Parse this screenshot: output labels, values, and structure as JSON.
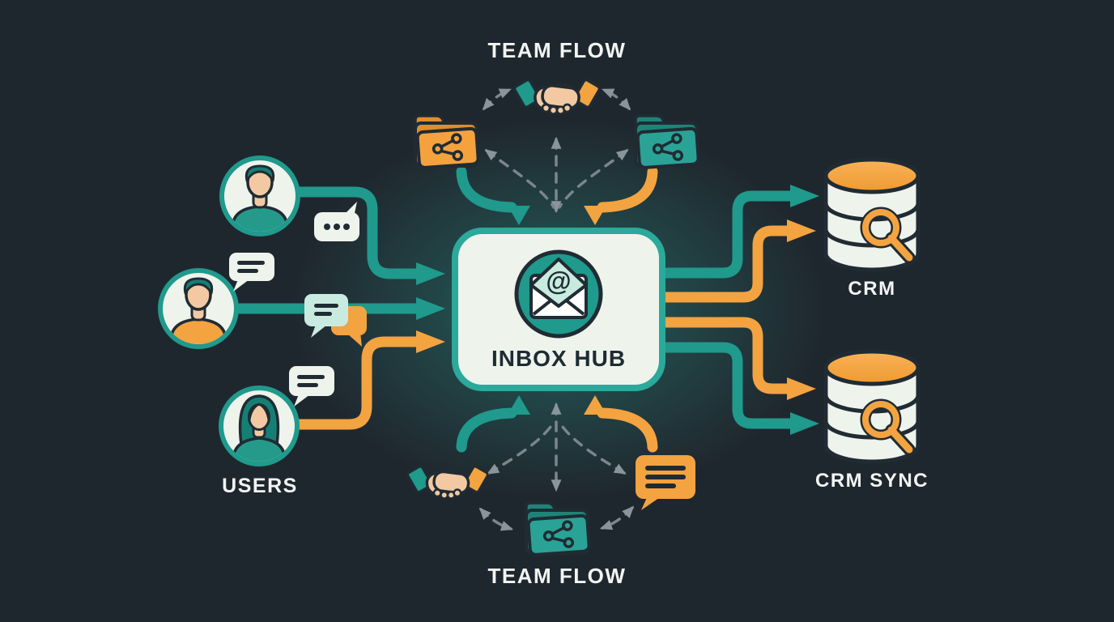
{
  "colors": {
    "background": "#1f272e",
    "teal": "#1f9a8c",
    "teal_dark": "#157f74",
    "orange": "#f3a340",
    "orange_dark": "#d98a26",
    "offwhite": "#eef3ec",
    "light_teal": "#c9ebdf",
    "skin": "#f2c9a2",
    "dark": "#202b33",
    "gray": "#7b858d",
    "gray_arrow": "#8a949c",
    "text_light": "#f2f5f2",
    "text_dark": "#1d2b33",
    "hub_border": "#2ba99a",
    "glow": "#2fc0ac"
  },
  "sections": {
    "top": {
      "title": "TEAM FLOW",
      "icons": [
        "shared-folder-orange-icon",
        "handshake-icon",
        "shared-folder-teal-icon"
      ]
    },
    "bottom": {
      "title": "TEAM FLOW",
      "icons": [
        "handshake-icon",
        "shared-folder-teal-icon",
        "chat-message-orange-icon"
      ]
    },
    "left": {
      "title": "USERS",
      "icons": [
        "avatar-male-teal-shirt",
        "avatar-male-orange-shirt",
        "avatar-female-teal-shirt",
        "chat-bubble-dots",
        "chat-bubble-lines",
        "chat-bubble-pair"
      ]
    },
    "center": {
      "title": "INBOX HUB",
      "symbol": "@",
      "icon": "envelope-at-icon"
    },
    "right": {
      "nodes": [
        {
          "title": "CRM",
          "icon": "database-search-icon"
        },
        {
          "title": "CRM SYNC",
          "icon": "database-search-icon"
        }
      ]
    }
  },
  "flows": {
    "solid_inbound_left": [
      "user-1 to hub (teal)",
      "user-2 to hub (teal)",
      "user-3 to hub (orange)"
    ],
    "solid_inbound_vertical": [
      "top team flow to hub (teal, orange)",
      "bottom team flow to hub (teal, orange)"
    ],
    "solid_outbound_right": [
      "hub to CRM (teal)",
      "hub to CRM (orange)",
      "hub to CRM SYNC (orange)",
      "hub to CRM SYNC (teal)"
    ],
    "dashed": "gray dashed arrows interconnect handshake, shared folders, chat bubble and hub in both TEAM FLOW clusters"
  }
}
